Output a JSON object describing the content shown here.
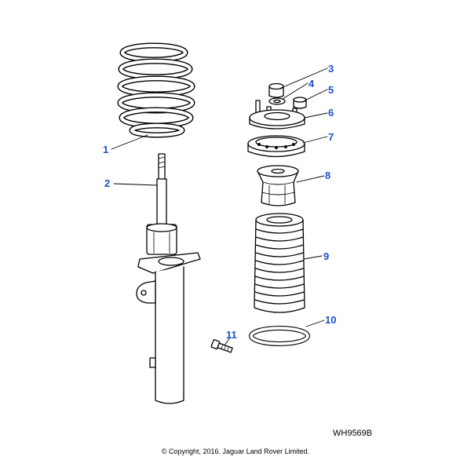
{
  "callouts": [
    "1",
    "2",
    "3",
    "4",
    "5",
    "6",
    "7",
    "8",
    "9",
    "10",
    "11"
  ],
  "drawing_code": "WH9569B",
  "copyright": "© Copyright, 2016. Jaguar Land Rover Limited.",
  "colors": {
    "callout": "#1f4fd0",
    "line": "#000000",
    "fill": "#ffffff"
  }
}
